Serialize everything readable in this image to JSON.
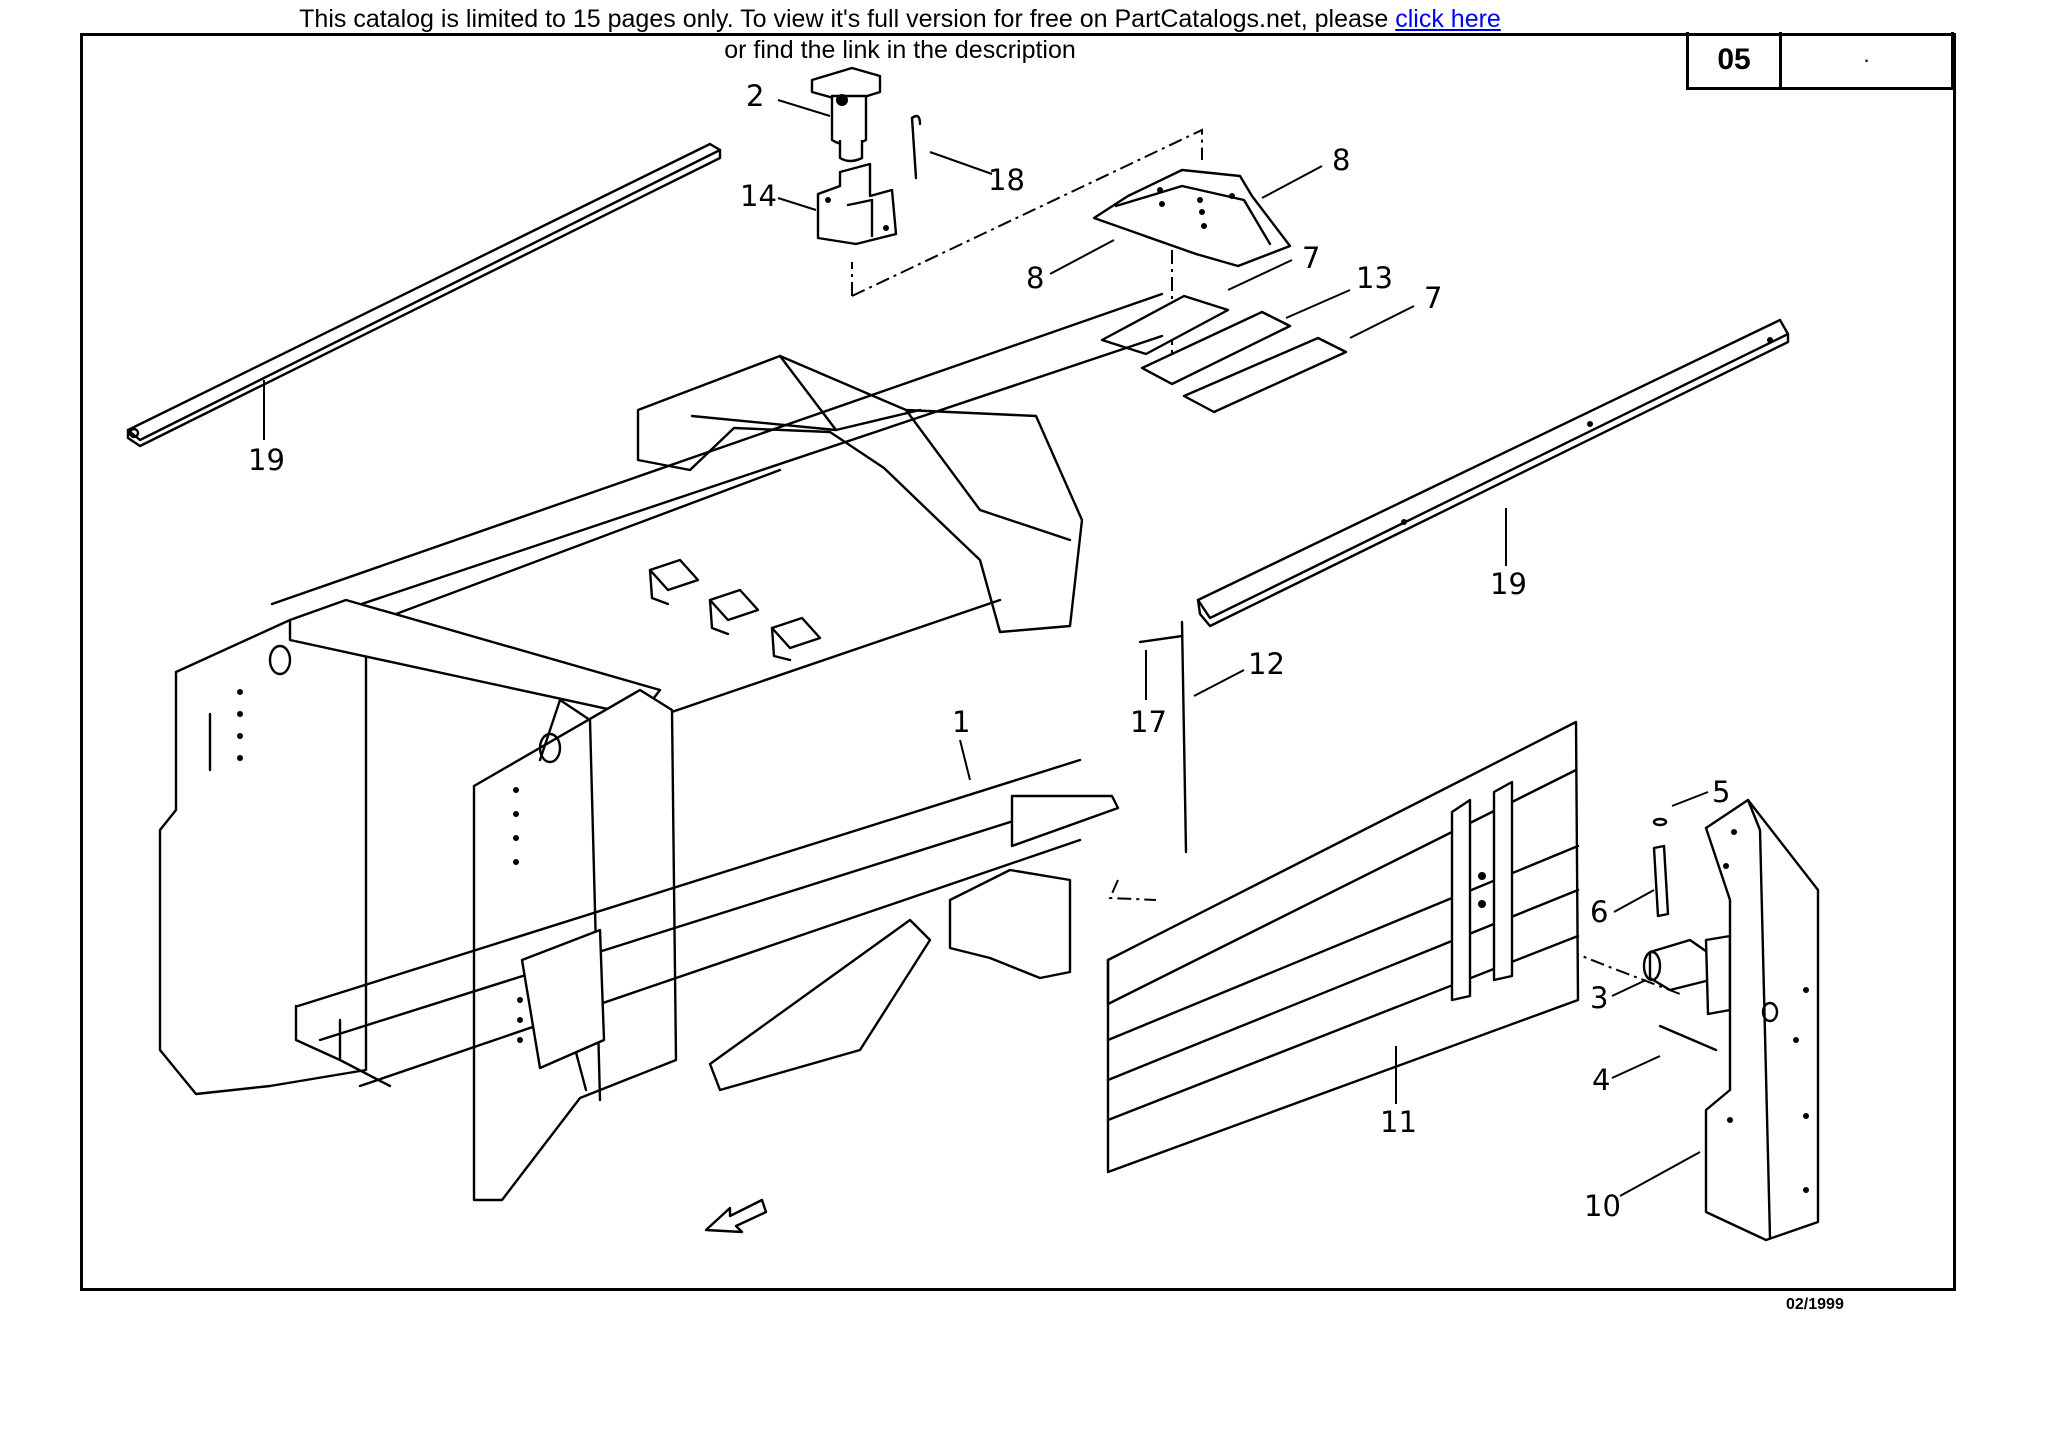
{
  "notice": {
    "line1_text": "This catalog is limited to 15 pages only. To view it's full version for free on PartCatalogs.net, please ",
    "link_text": "click here",
    "line2_text": "or find the link in the description"
  },
  "page_box": {
    "page_number": "05",
    "right_cell": "·"
  },
  "footer": {
    "date": "02/1999"
  },
  "callouts": [
    {
      "id": "c2",
      "label": "2"
    },
    {
      "id": "c18",
      "label": "18"
    },
    {
      "id": "c14",
      "label": "14"
    },
    {
      "id": "c8a",
      "label": "8"
    },
    {
      "id": "c8b",
      "label": "8"
    },
    {
      "id": "c7a",
      "label": "7"
    },
    {
      "id": "c13",
      "label": "13"
    },
    {
      "id": "c7b",
      "label": "7"
    },
    {
      "id": "c19a",
      "label": "19"
    },
    {
      "id": "c19b",
      "label": "19"
    },
    {
      "id": "c12",
      "label": "12"
    },
    {
      "id": "c17",
      "label": "17"
    },
    {
      "id": "c1",
      "label": "1"
    },
    {
      "id": "c5",
      "label": "5"
    },
    {
      "id": "c6",
      "label": "6"
    },
    {
      "id": "c3",
      "label": "3"
    },
    {
      "id": "c4",
      "label": "4"
    },
    {
      "id": "c11",
      "label": "11"
    },
    {
      "id": "c10",
      "label": "10"
    }
  ]
}
